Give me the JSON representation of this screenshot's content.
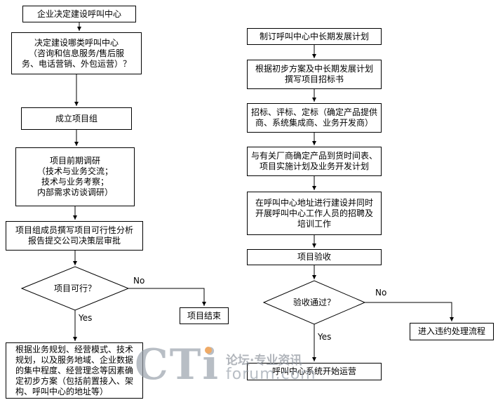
{
  "colors": {
    "box_border": "#000000",
    "background": "#ffffff",
    "watermark_gray": "#98a0aa",
    "watermark_accent": "#e8821e"
  },
  "watermark": {
    "logo": "CTi",
    "tagline": "论坛·专业资讯",
    "domain": "forum.com"
  },
  "left_flow": {
    "start": "企业决定建设呼叫中心",
    "choose_type": "决定建设哪类呼叫中心\n（咨询和信息服务/售后服\n务、电话营销、外包运营）？",
    "form_project_team": "成立项目组",
    "preliminary_research": "项目前期调研\n（技术与业务交流；\n技术与业务考察；\n内部需求访谈调研）",
    "feasibility_report": "项目组成员撰写项目可行性分析\n报告提交公司决策层审批",
    "feasible_question": "项目可行？",
    "no_label": "No",
    "yes_label": "Yes",
    "project_end": "项目结束",
    "initial_plan": "根据业务规划、经营模式、技术\n规划，以及服务地域、企业数据\n的集中程度、经营理念等因素确\n定初步方案（包括前置接入、架\n构、呼叫中心的地址等）"
  },
  "right_flow": {
    "longterm_plan": "制订呼叫中心中长期发展计划",
    "tender_document": "根据初步方案及中长期发展计划\n撰写项目招标书",
    "bidding": "招标、评标、定标（确定产品提供\n商、系统集成商、业务开发商）",
    "vendor_schedule": "与有关厂商确定产品到货时间表、\n项目实施计划及业务开发计划",
    "construction_recruiting": "在呼叫中心地址进行建设并同时\n开展呼叫中心工作人员的招聘及\n培训工作",
    "acceptance": "项目验收",
    "acceptance_question": "验收通过？",
    "no_label": "No",
    "yes_label": "Yes",
    "breach_process": "进入违约处理流程",
    "operation": "呼叫中心系统开始运营"
  }
}
